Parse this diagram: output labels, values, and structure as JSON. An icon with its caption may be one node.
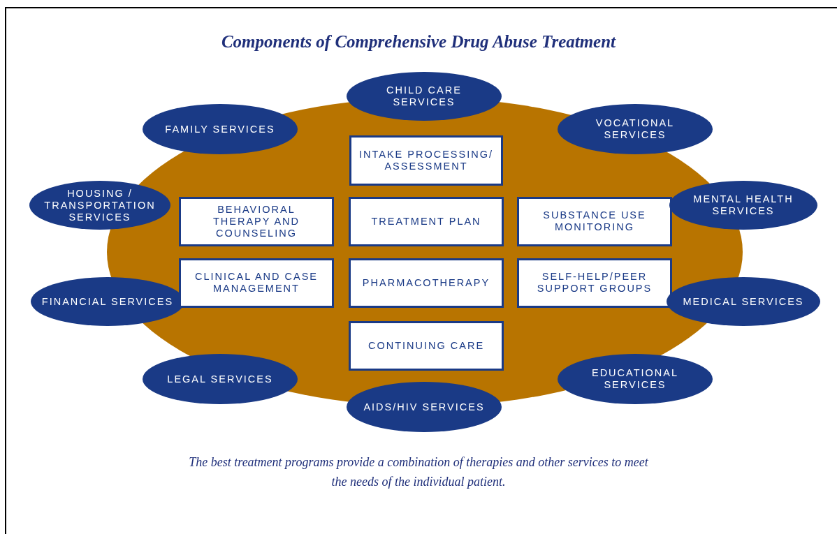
{
  "diagram": {
    "title": "Components of Comprehensive Drug Abuse Treatment",
    "caption": "The best treatment programs provide a combination of therapies and other services to meet the needs of the individual patient.",
    "nodes": [
      {
        "text": [
          "CHILD CARE SERVICES"
        ]
      },
      {
        "text": [
          "FAMILY SERVICES"
        ]
      },
      {
        "text": [
          "VOCATIONAL SERVICES"
        ]
      },
      {
        "text": [
          "INTAKE PROCESSING/ ASSESSMENT"
        ]
      },
      {
        "text": [
          "HOUSING / TRANSPORTATION SERVICES"
        ]
      },
      {
        "text": [
          "BEHAVIORAL THERAPY AND COUNSELING"
        ]
      },
      {
        "text": [
          "TREATMENT PLAN"
        ]
      },
      {
        "text": [
          "SUBSTANCE USE MONITORING"
        ]
      },
      {
        "text": [
          "MENTAL HEALTH SERVICES"
        ]
      },
      {
        "text": [
          "FINANCIAL SERVICES"
        ]
      },
      {
        "text": [
          "CLINICAL AND CASE MANAGEMENT"
        ]
      },
      {
        "text": [
          "PHARMACOTHERAPY"
        ]
      },
      {
        "text": [
          "SELF-HELP/PEER SUPPORT GROUPS"
        ]
      },
      {
        "text": [
          "MEDICAL SERVICES"
        ]
      },
      {
        "text": [
          "CONTINUING CARE"
        ]
      },
      {
        "text": [
          "LEGAL SERVICES"
        ]
      },
      {
        "text": [
          "EDUCATIONAL SERVICES"
        ]
      },
      {
        "text": [
          "AIDS/HIV SERVICES"
        ]
      }
    ],
    "edges": []
  }
}
